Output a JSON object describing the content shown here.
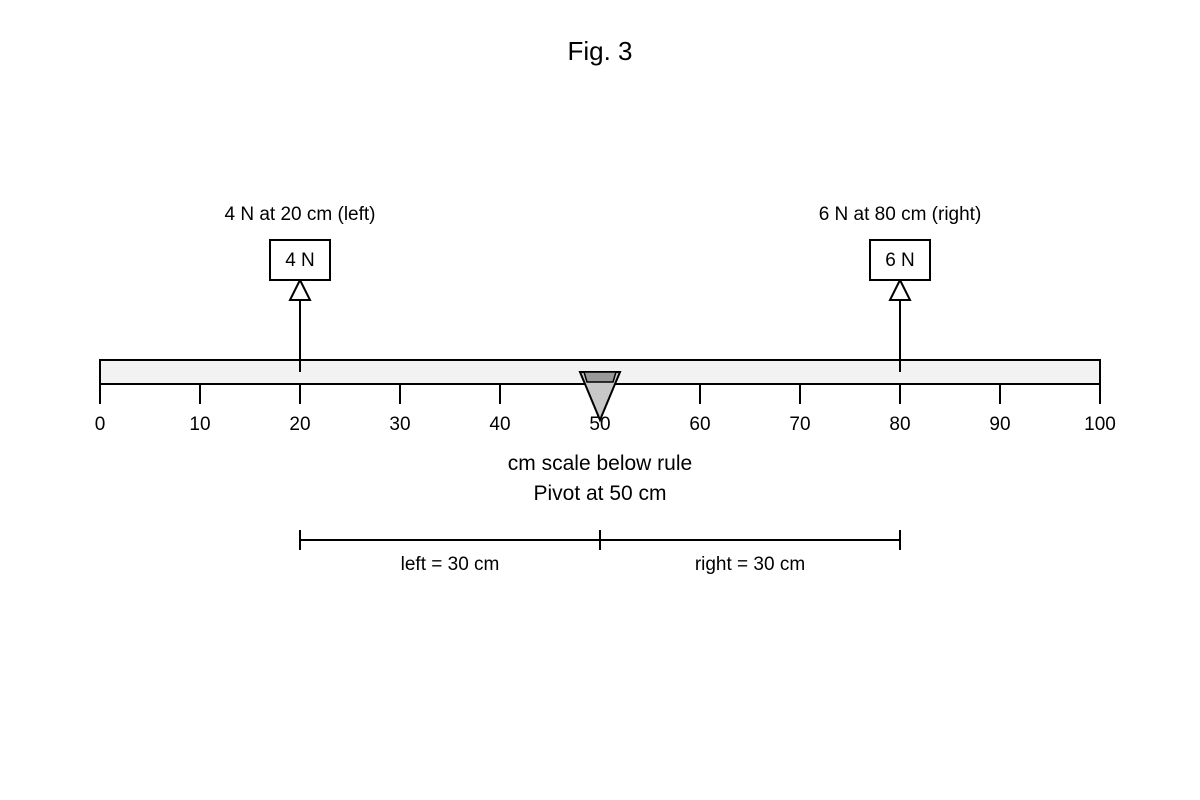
{
  "figure": {
    "title": "Fig. 3"
  },
  "rule": {
    "min_cm": 0,
    "max_cm": 100,
    "fill_color": "#f2f2f2",
    "tick_values": [
      0,
      10,
      20,
      30,
      40,
      50,
      60,
      70,
      80,
      90,
      100
    ],
    "tick_labels": [
      "0",
      "10",
      "20",
      "30",
      "40",
      "50",
      "60",
      "70",
      "80",
      "90",
      "100"
    ]
  },
  "pivot": {
    "position_cm": 50,
    "fill_color": "#c8c8c8",
    "cap_color": "#999999"
  },
  "forces": [
    {
      "position_cm": 20,
      "box_label": "4 N",
      "description": "4 N at 20 cm (left)"
    },
    {
      "position_cm": 80,
      "box_label": "6 N",
      "description": "6 N at 80 cm (right)"
    }
  ],
  "captions": {
    "scale_note": "cm scale below rule",
    "pivot_note": "Pivot at 50 cm"
  },
  "distances": {
    "left_label": "left = 30 cm",
    "right_label": "right = 30 cm"
  }
}
